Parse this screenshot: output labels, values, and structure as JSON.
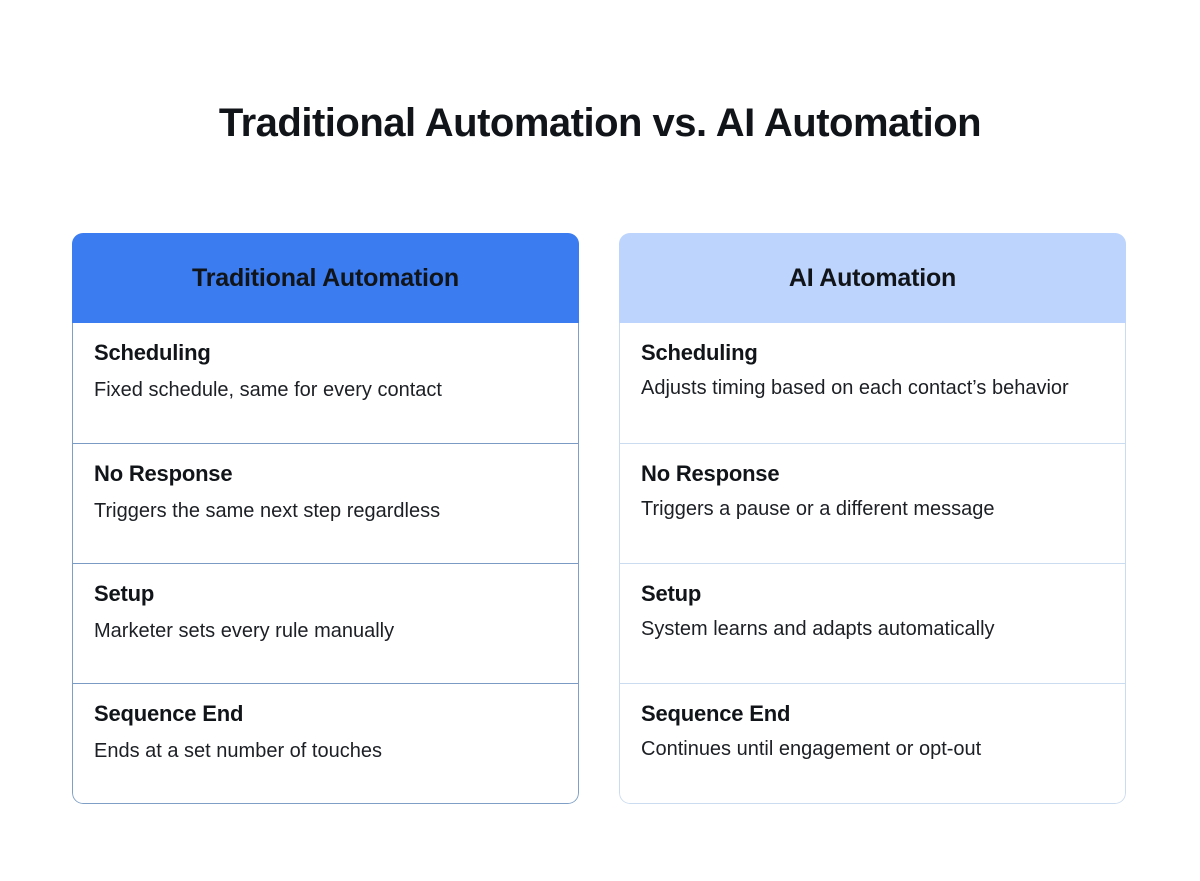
{
  "page": {
    "title": "Traditional Automation vs. AI Automation",
    "background_color": "#ffffff"
  },
  "colors": {
    "traditional_header_bg": "#3b7cf0",
    "ai_header_bg": "#bdd4fd",
    "traditional_border": "#7f9fc6",
    "traditional_divider": "#7b9bc4",
    "ai_border": "#ccdcf0",
    "ai_divider": "#ccdcf0",
    "heading_text": "#111418",
    "body_text": "#1c1f24"
  },
  "comparison": {
    "columns": [
      {
        "id": "traditional",
        "header": "Traditional Automation",
        "rows": [
          {
            "term": "Scheduling",
            "description": "Fixed schedule, same for every contact"
          },
          {
            "term": "No Response",
            "description": "Triggers the same next step regardless"
          },
          {
            "term": "Setup",
            "description": "Marketer sets every rule manually"
          },
          {
            "term": "Sequence End",
            "description": "Ends at a set number of touches"
          }
        ]
      },
      {
        "id": "ai",
        "header": "AI Automation",
        "rows": [
          {
            "term": "Scheduling",
            "description": "Adjusts timing based on each contact’s behavior"
          },
          {
            "term": "No Response",
            "description": "Triggers a pause or a different message"
          },
          {
            "term": "Setup",
            "description": "System learns and adapts automatically"
          },
          {
            "term": "Sequence End",
            "description": "Continues until engagement or opt-out"
          }
        ]
      }
    ]
  }
}
